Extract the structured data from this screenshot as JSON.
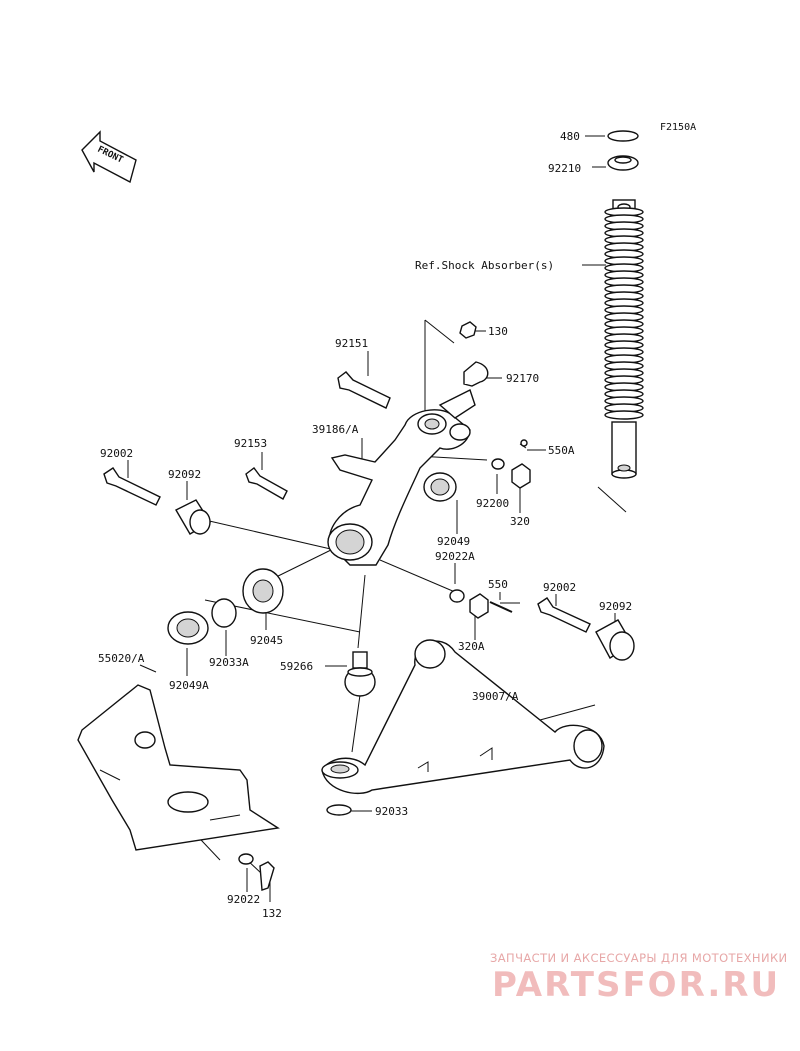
{
  "diagram": {
    "figure_id": "F2150A",
    "front_arrow": "FRONT",
    "ref_note": "Ref.Shock Absorber(s)",
    "callouts": {
      "c480": "480",
      "c92210": "92210",
      "c130": "130",
      "c92151": "92151",
      "c92170": "92170",
      "c39186A": "39186/A",
      "c92153": "92153",
      "c550A": "550A",
      "c92002a": "92002",
      "c92092a": "92092",
      "c92200": "92200",
      "c320": "320",
      "c92049": "92049",
      "c92022A": "92022A",
      "c550": "550",
      "c92002b": "92002",
      "c92092b": "92092",
      "c92045": "92045",
      "c92033A": "92033A",
      "c55020A": "55020/A",
      "c92049A": "92049A",
      "c320A": "320A",
      "c59266": "59266",
      "c39007A": "39007/A",
      "c92033": "92033",
      "c92022": "92022",
      "c132": "132"
    }
  },
  "watermark": {
    "tagline": "ЗАПЧАСТИ И АКСЕССУАРЫ ДЛЯ МОТОТЕХНИКИ",
    "brand": "PARTSFOR.RU",
    "color": "#f1bcbc"
  }
}
